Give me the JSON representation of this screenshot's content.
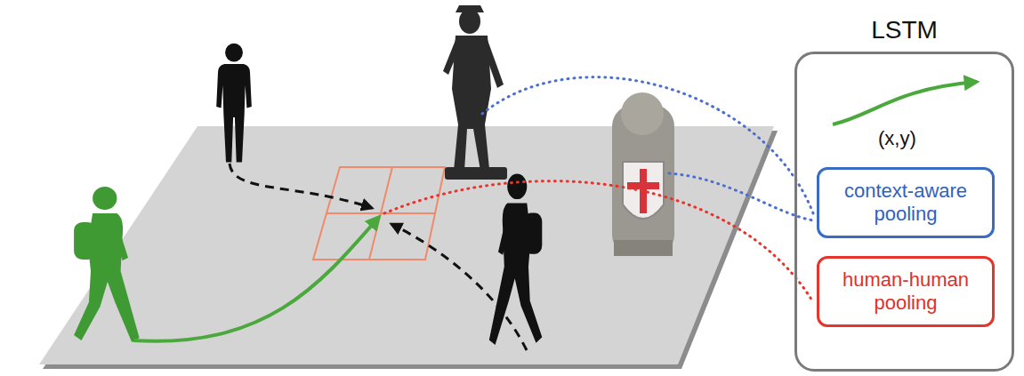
{
  "diagram": {
    "nodes": [
      {
        "text": [
          "LSTM"
        ]
      },
      {
        "text": [
          "context-aware pooling"
        ],
        "in": 0
      },
      {
        "text": [
          "human-human pooling"
        ],
        "in": 0
      }
    ],
    "labels": [
      "(x,y)"
    ]
  }
}
